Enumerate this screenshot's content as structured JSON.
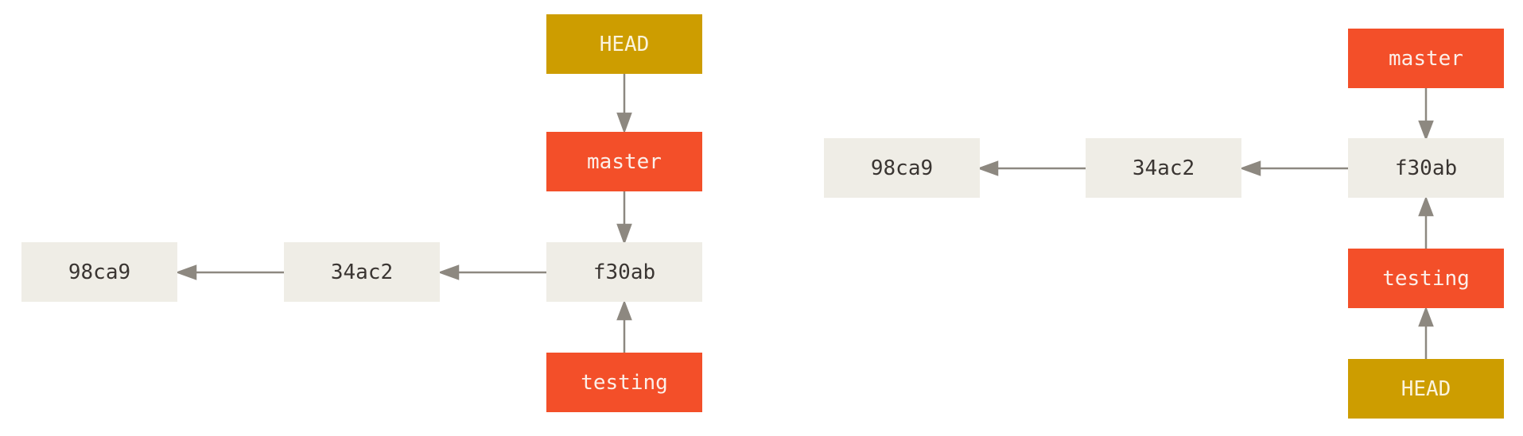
{
  "colors": {
    "commit_fill": "#efede6",
    "commit_text": "#3a3532",
    "branch_fill": "#f34f29",
    "head_fill": "#cd9d00",
    "arrow": "#8d8880"
  },
  "left": {
    "head": "HEAD",
    "master": "master",
    "testing": "testing",
    "commits": [
      "98ca9",
      "34ac2",
      "f30ab"
    ]
  },
  "right": {
    "head": "HEAD",
    "master": "master",
    "testing": "testing",
    "commits": [
      "98ca9",
      "34ac2",
      "f30ab"
    ]
  }
}
